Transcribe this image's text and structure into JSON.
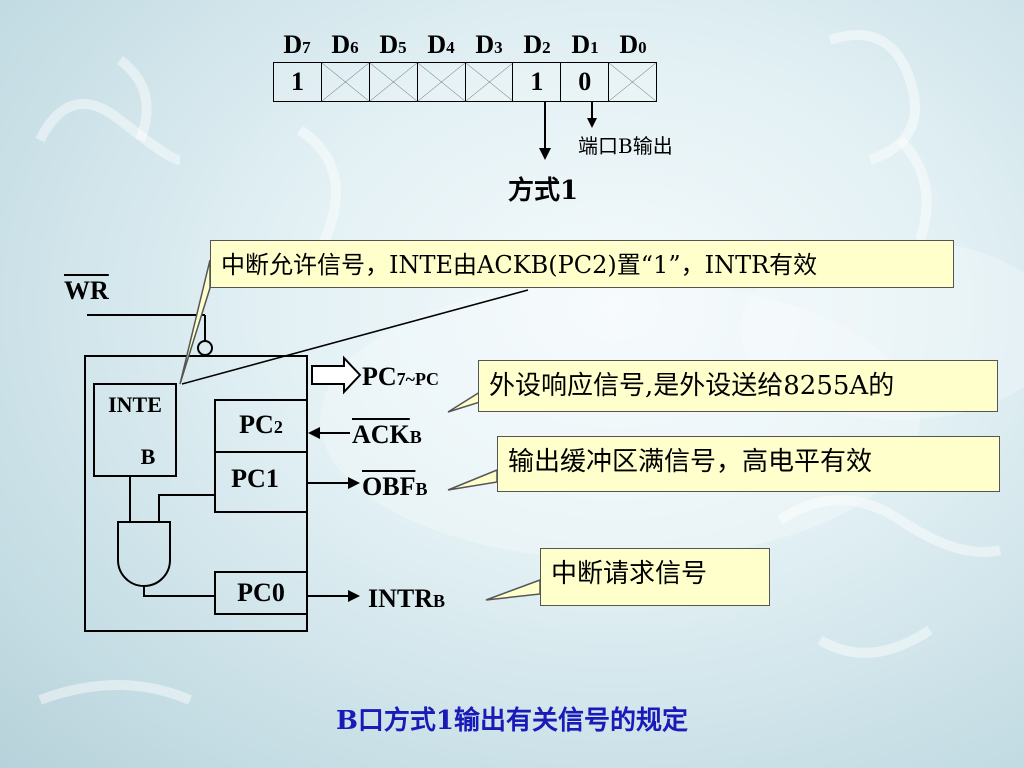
{
  "register": {
    "bits": [
      {
        "letter": "D",
        "index": "7"
      },
      {
        "letter": "D",
        "index": "6"
      },
      {
        "letter": "D",
        "index": "5"
      },
      {
        "letter": "D",
        "index": "4"
      },
      {
        "letter": "D",
        "index": "3"
      },
      {
        "letter": "D",
        "index": "2"
      },
      {
        "letter": "D",
        "index": "1"
      },
      {
        "letter": "D",
        "index": "0"
      }
    ],
    "values": [
      "1",
      "",
      "",
      "",
      "",
      "1",
      "0",
      ""
    ],
    "crossed": [
      false,
      true,
      true,
      true,
      true,
      false,
      false,
      true
    ]
  },
  "labels": {
    "port_b_output": "端口B输出",
    "mode1": "方式1",
    "wr": "WR",
    "inte_line1": "INTE",
    "inte_line2": "B",
    "pc2": "PC",
    "pc2_sub": "2",
    "pc1": "PC1",
    "pc0": "PC0",
    "pc7_pc": "PC",
    "pc7_sub": "7",
    "pc7_tail": "~PC",
    "ack": "ACK",
    "ack_sub": "B",
    "obf": "OBF",
    "obf_sub": "B",
    "intr": "INTR",
    "intr_sub": "B"
  },
  "callouts": {
    "inte": "中断允许信号，INTE由ACKB(PC2)置“1”，INTR有效",
    "ack": "外设响应信号,是外设送给8255A的",
    "obf": "输出缓冲区满信号，高电平有效",
    "intr": "中断请求信号"
  },
  "title": "B口方式1输出有关信号的规定"
}
